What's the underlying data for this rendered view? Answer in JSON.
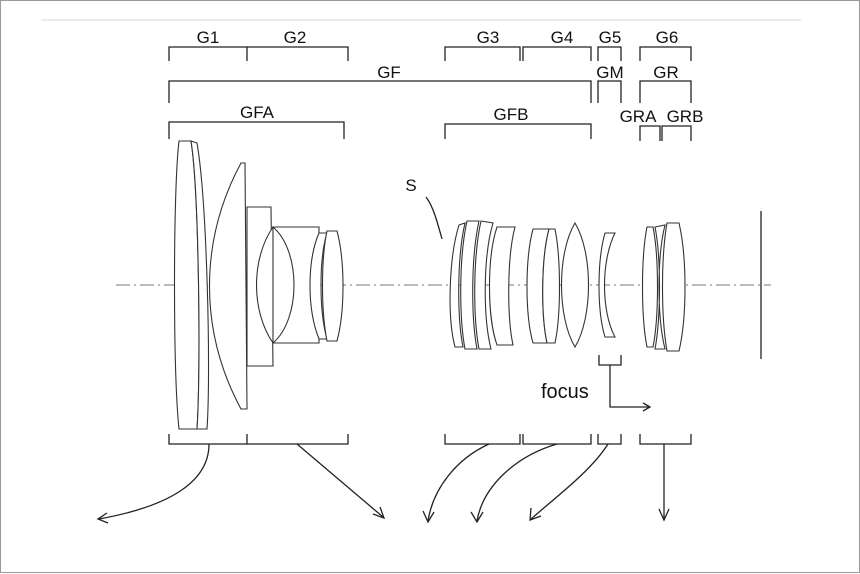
{
  "colors": {
    "line": "#222222",
    "frame": "#9a9a9a",
    "background": "#ffffff"
  },
  "labels": {
    "g1": "G1",
    "g2": "G2",
    "g3": "G3",
    "g4": "G4",
    "g5": "G5",
    "g6": "G6",
    "gf": "GF",
    "gm": "GM",
    "gr": "GR",
    "gfa": "GFA",
    "gfb": "GFB",
    "gra": "GRA",
    "grb": "GRB",
    "stop": "S",
    "focus": "focus"
  }
}
